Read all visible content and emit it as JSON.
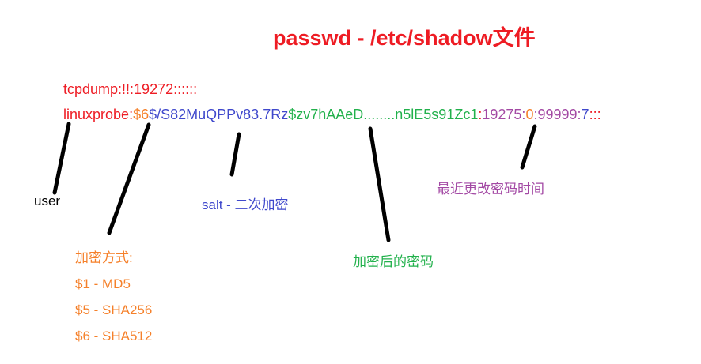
{
  "title": "passwd - /etc/shadow文件",
  "shadow_lines": {
    "line1": "tcpdump:!!:19272::::::",
    "line2": {
      "user": "linuxprobe",
      "sep1": ":",
      "method": "$6",
      "salt": "$/S82MuQPPv83.7Rz",
      "hash": "$zv7hAAeD........n5lE5s91Zc1",
      "sep2": ":",
      "last_change": "19275",
      "sep3": ":",
      "min_days": "0",
      "sep4": ":",
      "max_days": "99999",
      "sep5": ":",
      "warn_days": "7",
      "trailing": ":::"
    }
  },
  "annotations": {
    "user": "user",
    "salt": "salt - 二次加密",
    "last_change": "最近更改密码时间",
    "encrypted_password": "加密后的密码",
    "methods": {
      "heading": "加密方式:",
      "items": [
        "$1 - MD5",
        "$5 - SHA256",
        "$6 - SHA512"
      ]
    }
  },
  "colors": {
    "red": "#ee1c24",
    "orange": "#f5802a",
    "blue": "#3f48cc",
    "green": "#22b14c",
    "purple": "#a349a4",
    "pointer": "#000000"
  }
}
